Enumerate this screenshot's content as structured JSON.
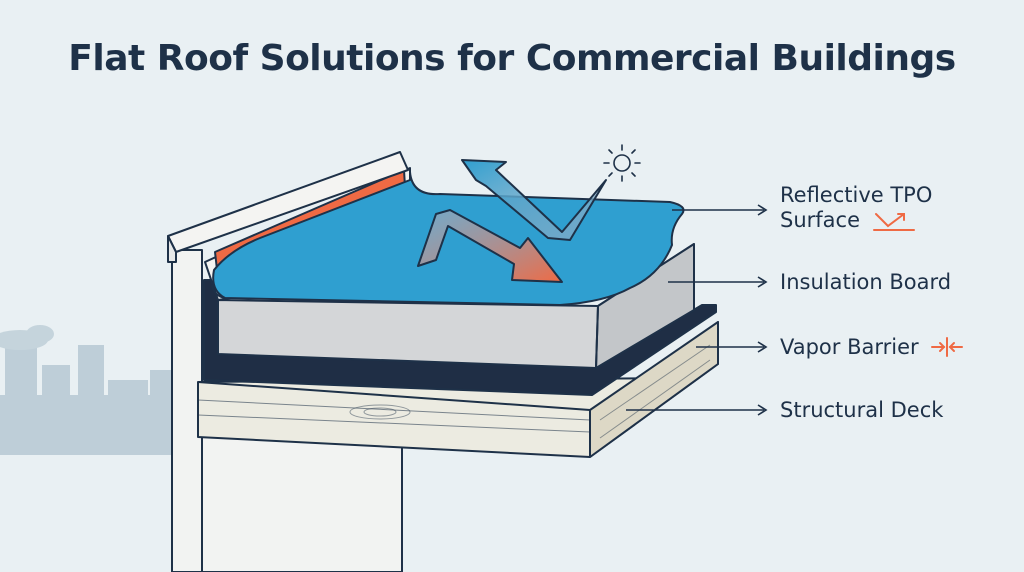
{
  "title": "Flat Roof Solutions for Commercial Buildings",
  "layers": {
    "tpo": {
      "line1": "Reflective TPO",
      "line2": "Surface"
    },
    "insulation": {
      "label": "Insulation Board"
    },
    "vapor": {
      "label": "Vapor Barrier"
    },
    "deck": {
      "label": "Structural Deck"
    }
  },
  "colors": {
    "tpo_membrane": "#2f9fd0",
    "flashing": "#ef6a44",
    "insulation": "#d4d6d8",
    "vapor_barrier": "#1f2e45",
    "deck_wood": "#ecebe1",
    "outline": "#1e3148",
    "skyline": "#b6c8d4"
  },
  "icons": [
    "sun-icon",
    "reflection-arrow-icon",
    "heat-arrow-icon",
    "vapor-converge-icon"
  ]
}
